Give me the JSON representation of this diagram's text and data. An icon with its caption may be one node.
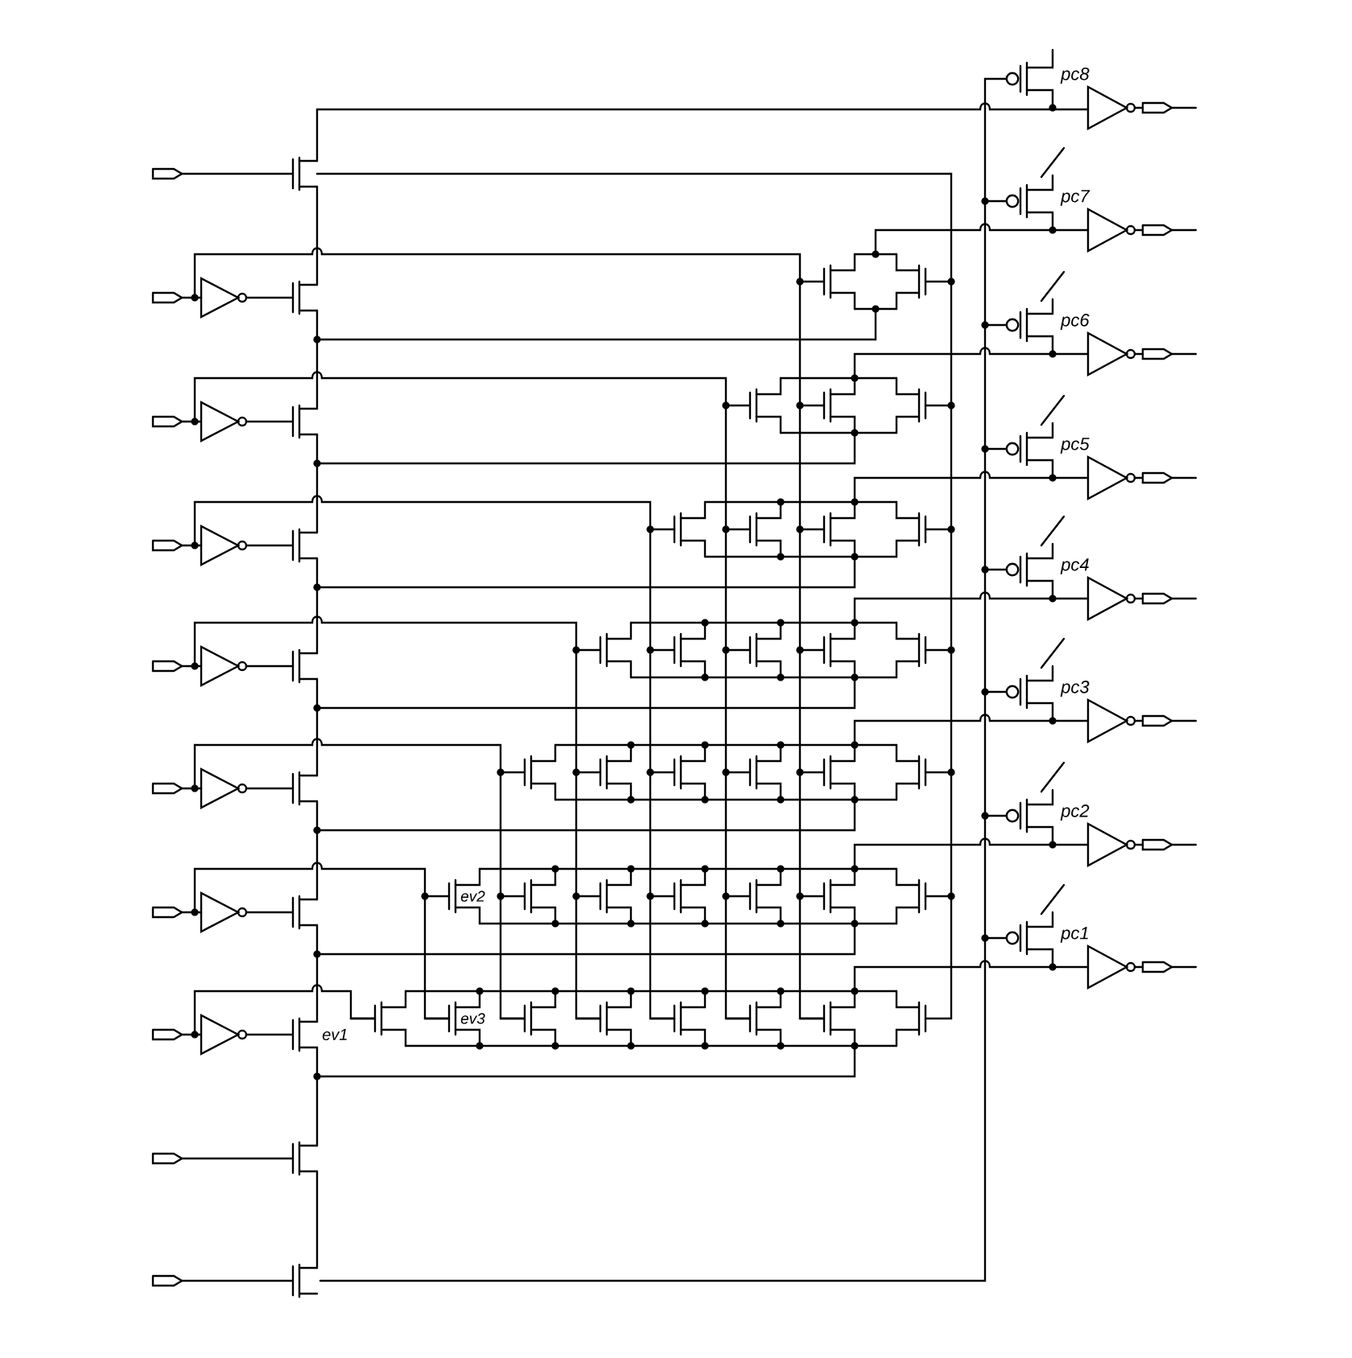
{
  "diagram": {
    "labels": [
      "pc8",
      "pc7",
      "pc6",
      "pc5",
      "pc4",
      "pc3",
      "pc2",
      "ev2",
      "pc1",
      "ev3",
      "ev1"
    ]
  }
}
